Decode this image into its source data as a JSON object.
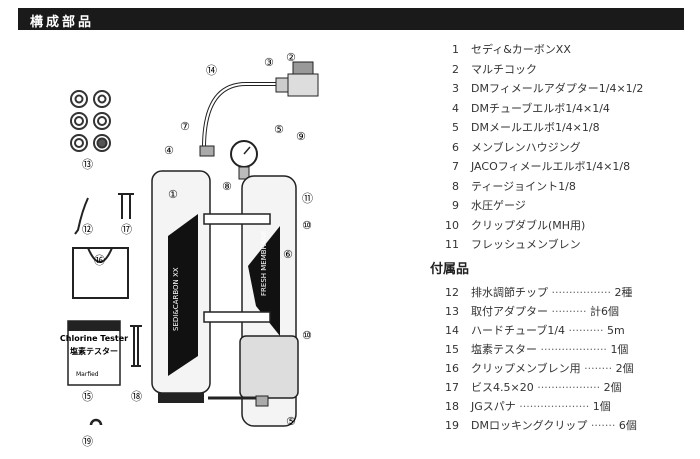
{
  "header": {
    "title": "構成部品"
  },
  "parts": [
    {
      "num": "1",
      "name": "セディ&カーボンXX"
    },
    {
      "num": "2",
      "name": "マルチコック"
    },
    {
      "num": "3",
      "name": "DMフィメールアダプター1/4×1/2"
    },
    {
      "num": "4",
      "name": "DMチューブエルボ1/4×1/4"
    },
    {
      "num": "5",
      "name": "DMメールエルボ1/4×1/8"
    },
    {
      "num": "6",
      "name": "メンブレンハウジング"
    },
    {
      "num": "7",
      "name": "JACOフィメールエルボ1/4×1/8"
    },
    {
      "num": "8",
      "name": "ティージョイント1/8"
    },
    {
      "num": "9",
      "name": "水圧ゲージ"
    },
    {
      "num": "10",
      "name": "クリップダブル(MH用)"
    },
    {
      "num": "11",
      "name": "フレッシュメンブレン"
    }
  ],
  "accessories_title": "付属品",
  "accessories": [
    {
      "num": "12",
      "name": "排水調節チップ",
      "qty": "2種"
    },
    {
      "num": "13",
      "name": "取付アダプター",
      "qty": "計6個"
    },
    {
      "num": "14",
      "name": "ハードチューブ1/4",
      "qty": "5m"
    },
    {
      "num": "15",
      "name": "塩素テスター",
      "qty": "1個"
    },
    {
      "num": "16",
      "name": "クリップメンブレン用",
      "qty": "2個"
    },
    {
      "num": "17",
      "name": "ビス4.5×20",
      "qty": "2個"
    },
    {
      "num": "18",
      "name": "JGスパナ",
      "qty": "1個"
    },
    {
      "num": "19",
      "name": "DMロッキングクリップ",
      "qty": "6個"
    }
  ],
  "diagram": {
    "labels": {
      "l1": "①",
      "l2": "②",
      "l3": "③",
      "l4": "④",
      "l5a": "⑤",
      "l5b": "⑤",
      "l6": "⑥",
      "l7": "⑦",
      "l8": "⑧",
      "l9": "⑨",
      "l10a": "⑩",
      "l10b": "⑩",
      "l11": "⑪",
      "l12": "⑫",
      "l13": "⑬",
      "l14": "⑭",
      "l15": "⑮",
      "l16": "⑯",
      "l17": "⑰",
      "l18": "⑱",
      "l19": "⑲"
    },
    "carbon_text": "SEDI&CARBON XX",
    "membrane_text": "FRESH MEMBRANE",
    "brand": "Marfied",
    "tester_title": "Chlorine Tester",
    "tester_sub": "塩素テスター"
  }
}
